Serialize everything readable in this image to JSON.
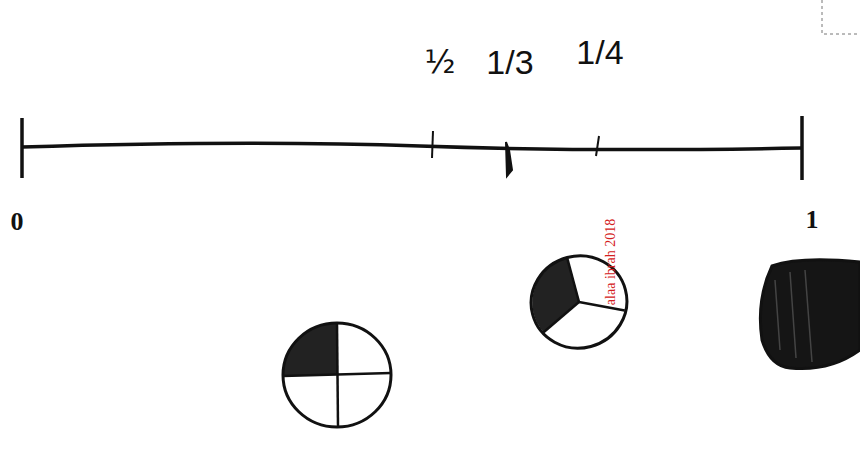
{
  "diagram": {
    "labels": [
      "0",
      "1",
      "½",
      "1/3",
      "1/4",
      "alaa ibrah 2018"
    ]
  }
}
